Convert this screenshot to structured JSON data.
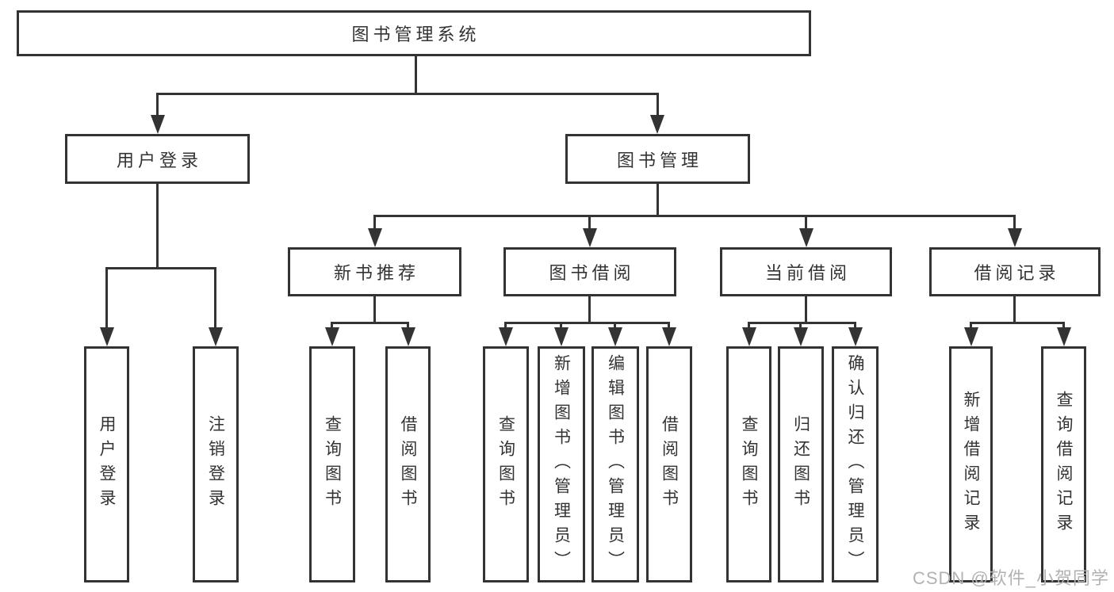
{
  "diagram": {
    "root": {
      "label": "图书管理系统"
    },
    "branches": [
      {
        "label": "用户登录",
        "children": [
          {
            "label": "用户登录"
          },
          {
            "label": "注销登录"
          }
        ]
      },
      {
        "label": "图书管理",
        "sections": [
          {
            "label": "新书推荐",
            "children": [
              {
                "label": "查询图书"
              },
              {
                "label": "借阅图书"
              }
            ]
          },
          {
            "label": "图书借阅",
            "children": [
              {
                "label": "查询图书"
              },
              {
                "label": "新增图书（管理员）"
              },
              {
                "label": "编辑图书（管理员）"
              },
              {
                "label": "借阅图书"
              }
            ]
          },
          {
            "label": "当前借阅",
            "children": [
              {
                "label": "查询图书"
              },
              {
                "label": "归还图书"
              },
              {
                "label": "确认归还（管理员）"
              }
            ]
          },
          {
            "label": "借阅记录",
            "children": [
              {
                "label": "新增借阅记录"
              },
              {
                "label": "查询借阅记录"
              }
            ]
          }
        ]
      }
    ],
    "watermark": "CSDN @软件_小贺同学",
    "colors": {
      "line": "#333333",
      "text": "#333333",
      "watermark": "#b2b2b2",
      "background": "#ffffff"
    }
  }
}
